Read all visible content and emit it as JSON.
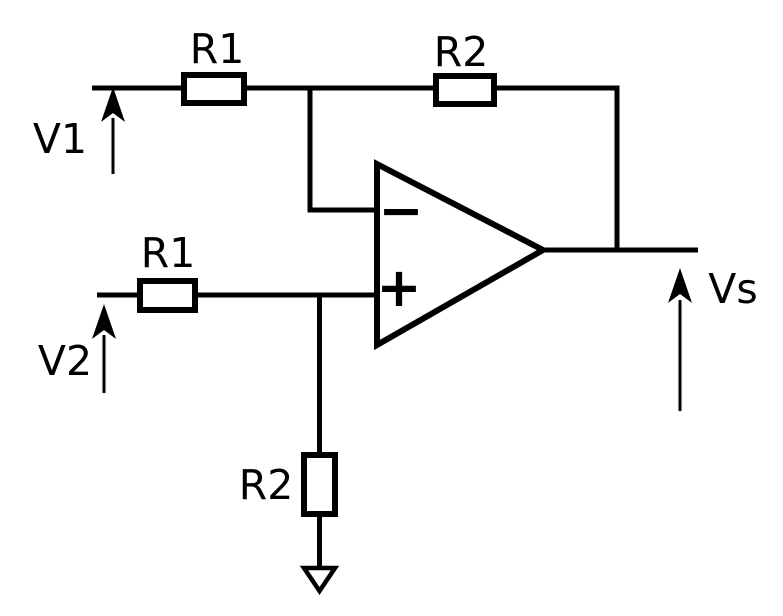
{
  "diagram": {
    "type": "circuit-schematic",
    "subject": "Differential amplifier using an op-amp with two R1 input resistors, an R2 feedback resistor and an R2 resistor to ground",
    "background_color": "#ffffff",
    "ink_color": "#000000",
    "opamp": {
      "inverting_sign": "−",
      "noninverting_sign": "+"
    }
  },
  "labels": {
    "r1_top": "R1",
    "r2_feedback": "R2",
    "v1": "V1",
    "r1_input2": "R1",
    "v2": "V2",
    "r2_ground": "R2",
    "output": "Vs",
    "opamp_minus": "−",
    "opamp_plus": "+"
  }
}
